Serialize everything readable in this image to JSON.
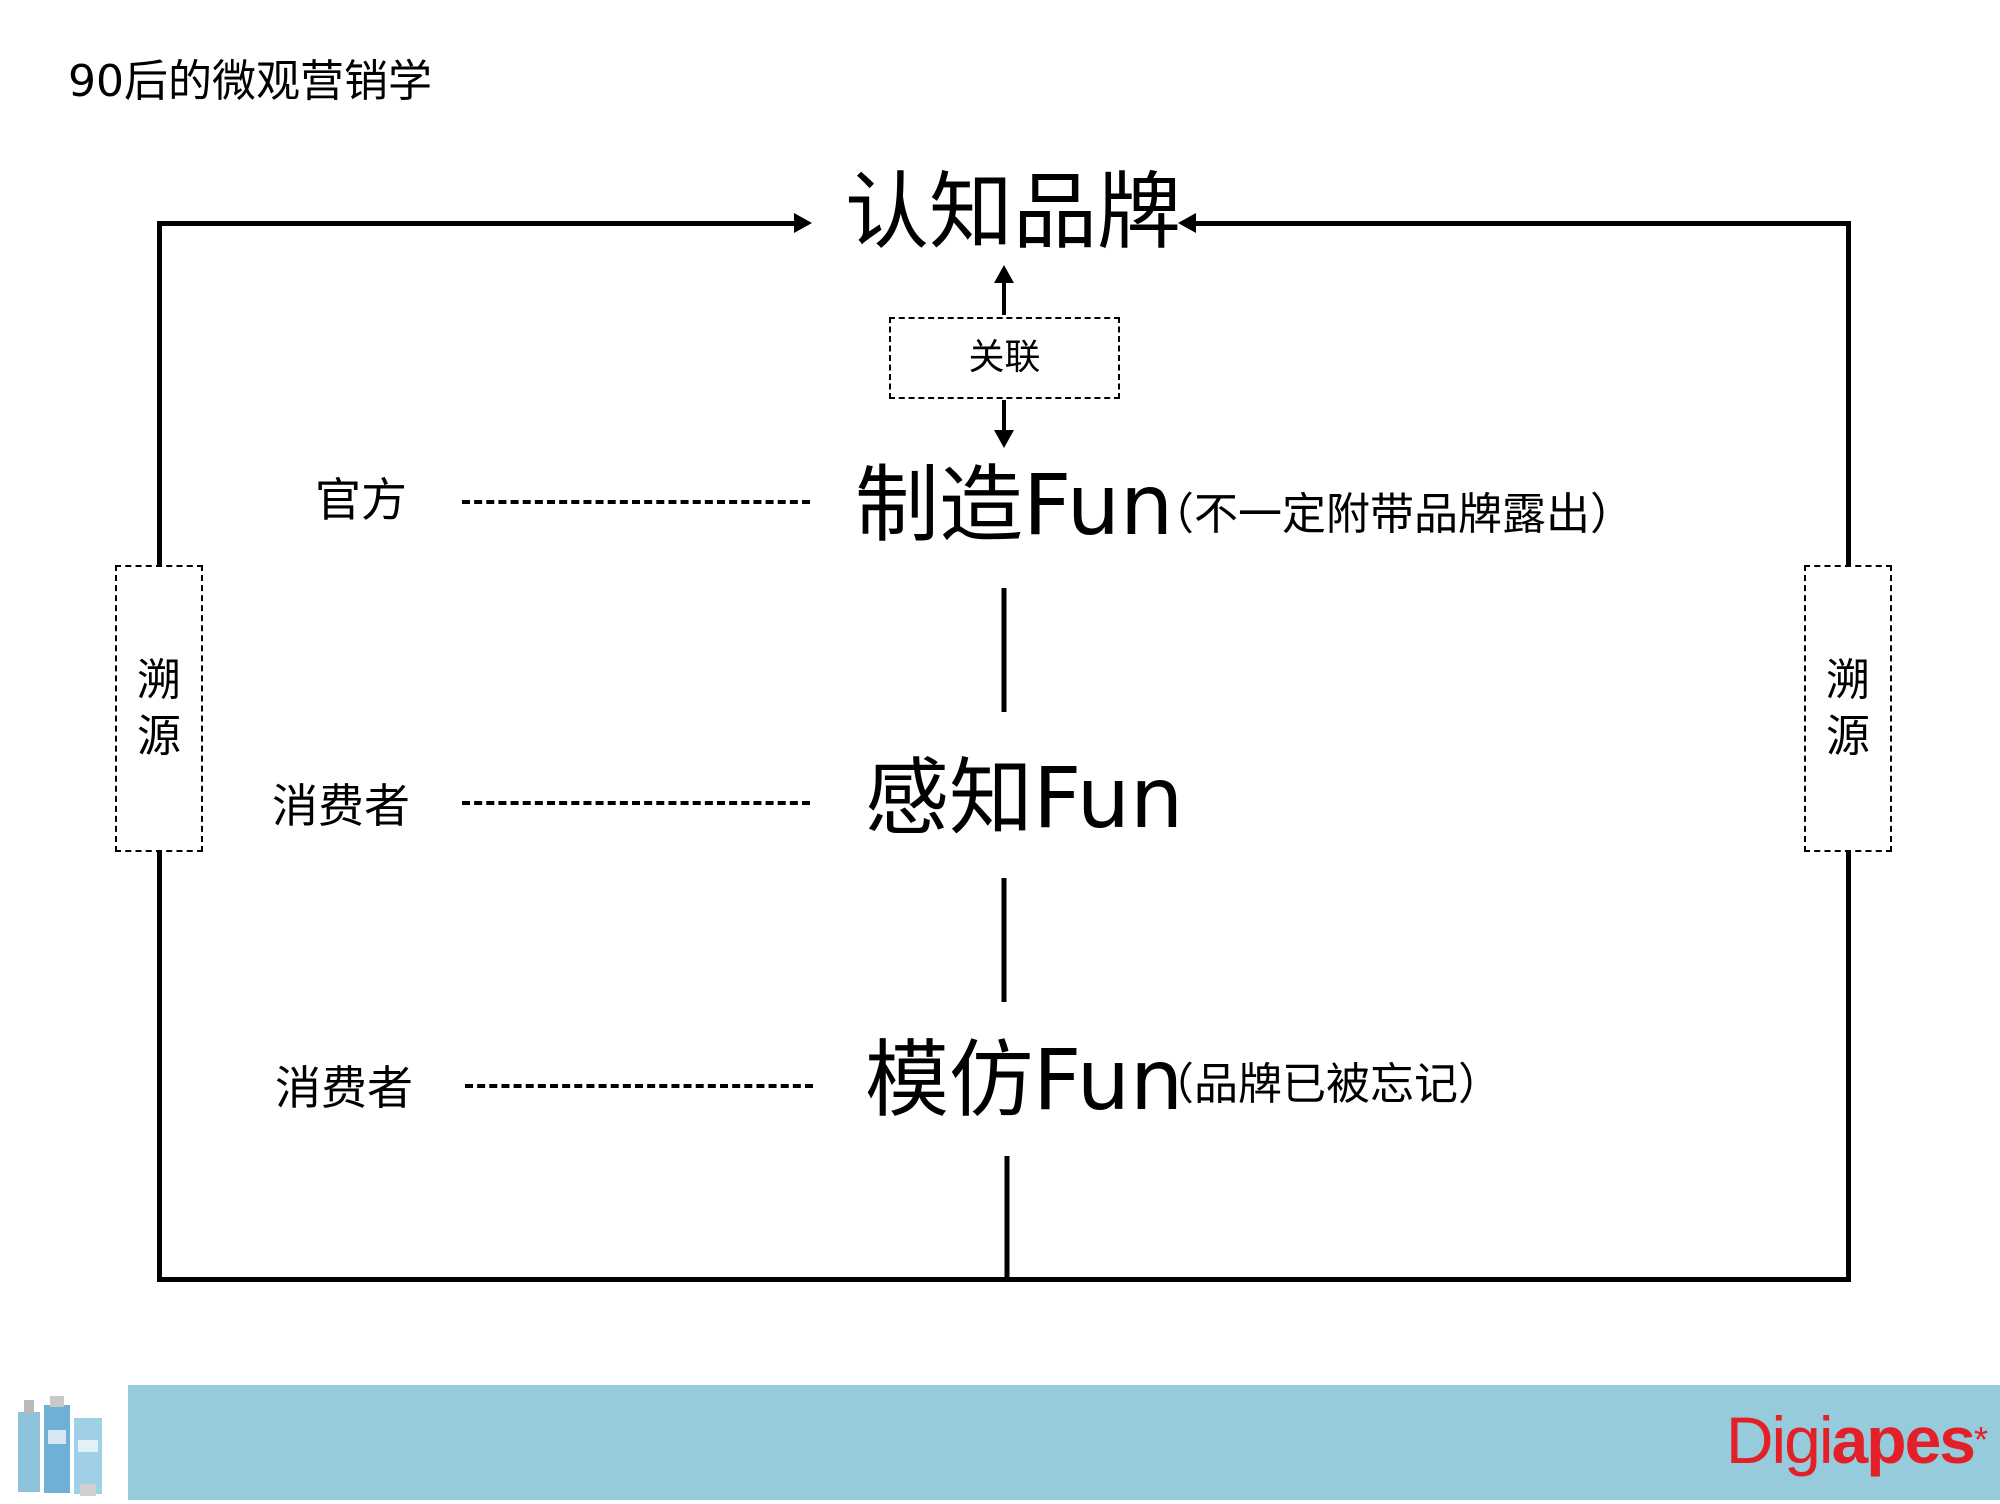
{
  "title": "90后的微观营销学",
  "diagram": {
    "top_node": "认知品牌",
    "relation_label": "关联",
    "trace_label": "溯源",
    "levels": [
      {
        "role": "官方",
        "main": "制造Fun",
        "note": "（不一定附带品牌露出）"
      },
      {
        "role": "消费者",
        "main": "感知Fun",
        "note": ""
      },
      {
        "role": "消费者",
        "main": "模仿Fun",
        "note": "（品牌已被忘记）"
      }
    ]
  },
  "footer": {
    "logo_part1": "Digi",
    "logo_part2": "apes",
    "logo_mark": "*",
    "thumbnail_icon": "product-bottles-image"
  },
  "colors": {
    "footer_band": "#95cbdb",
    "logo": "#e32028",
    "lines": "#000000"
  }
}
